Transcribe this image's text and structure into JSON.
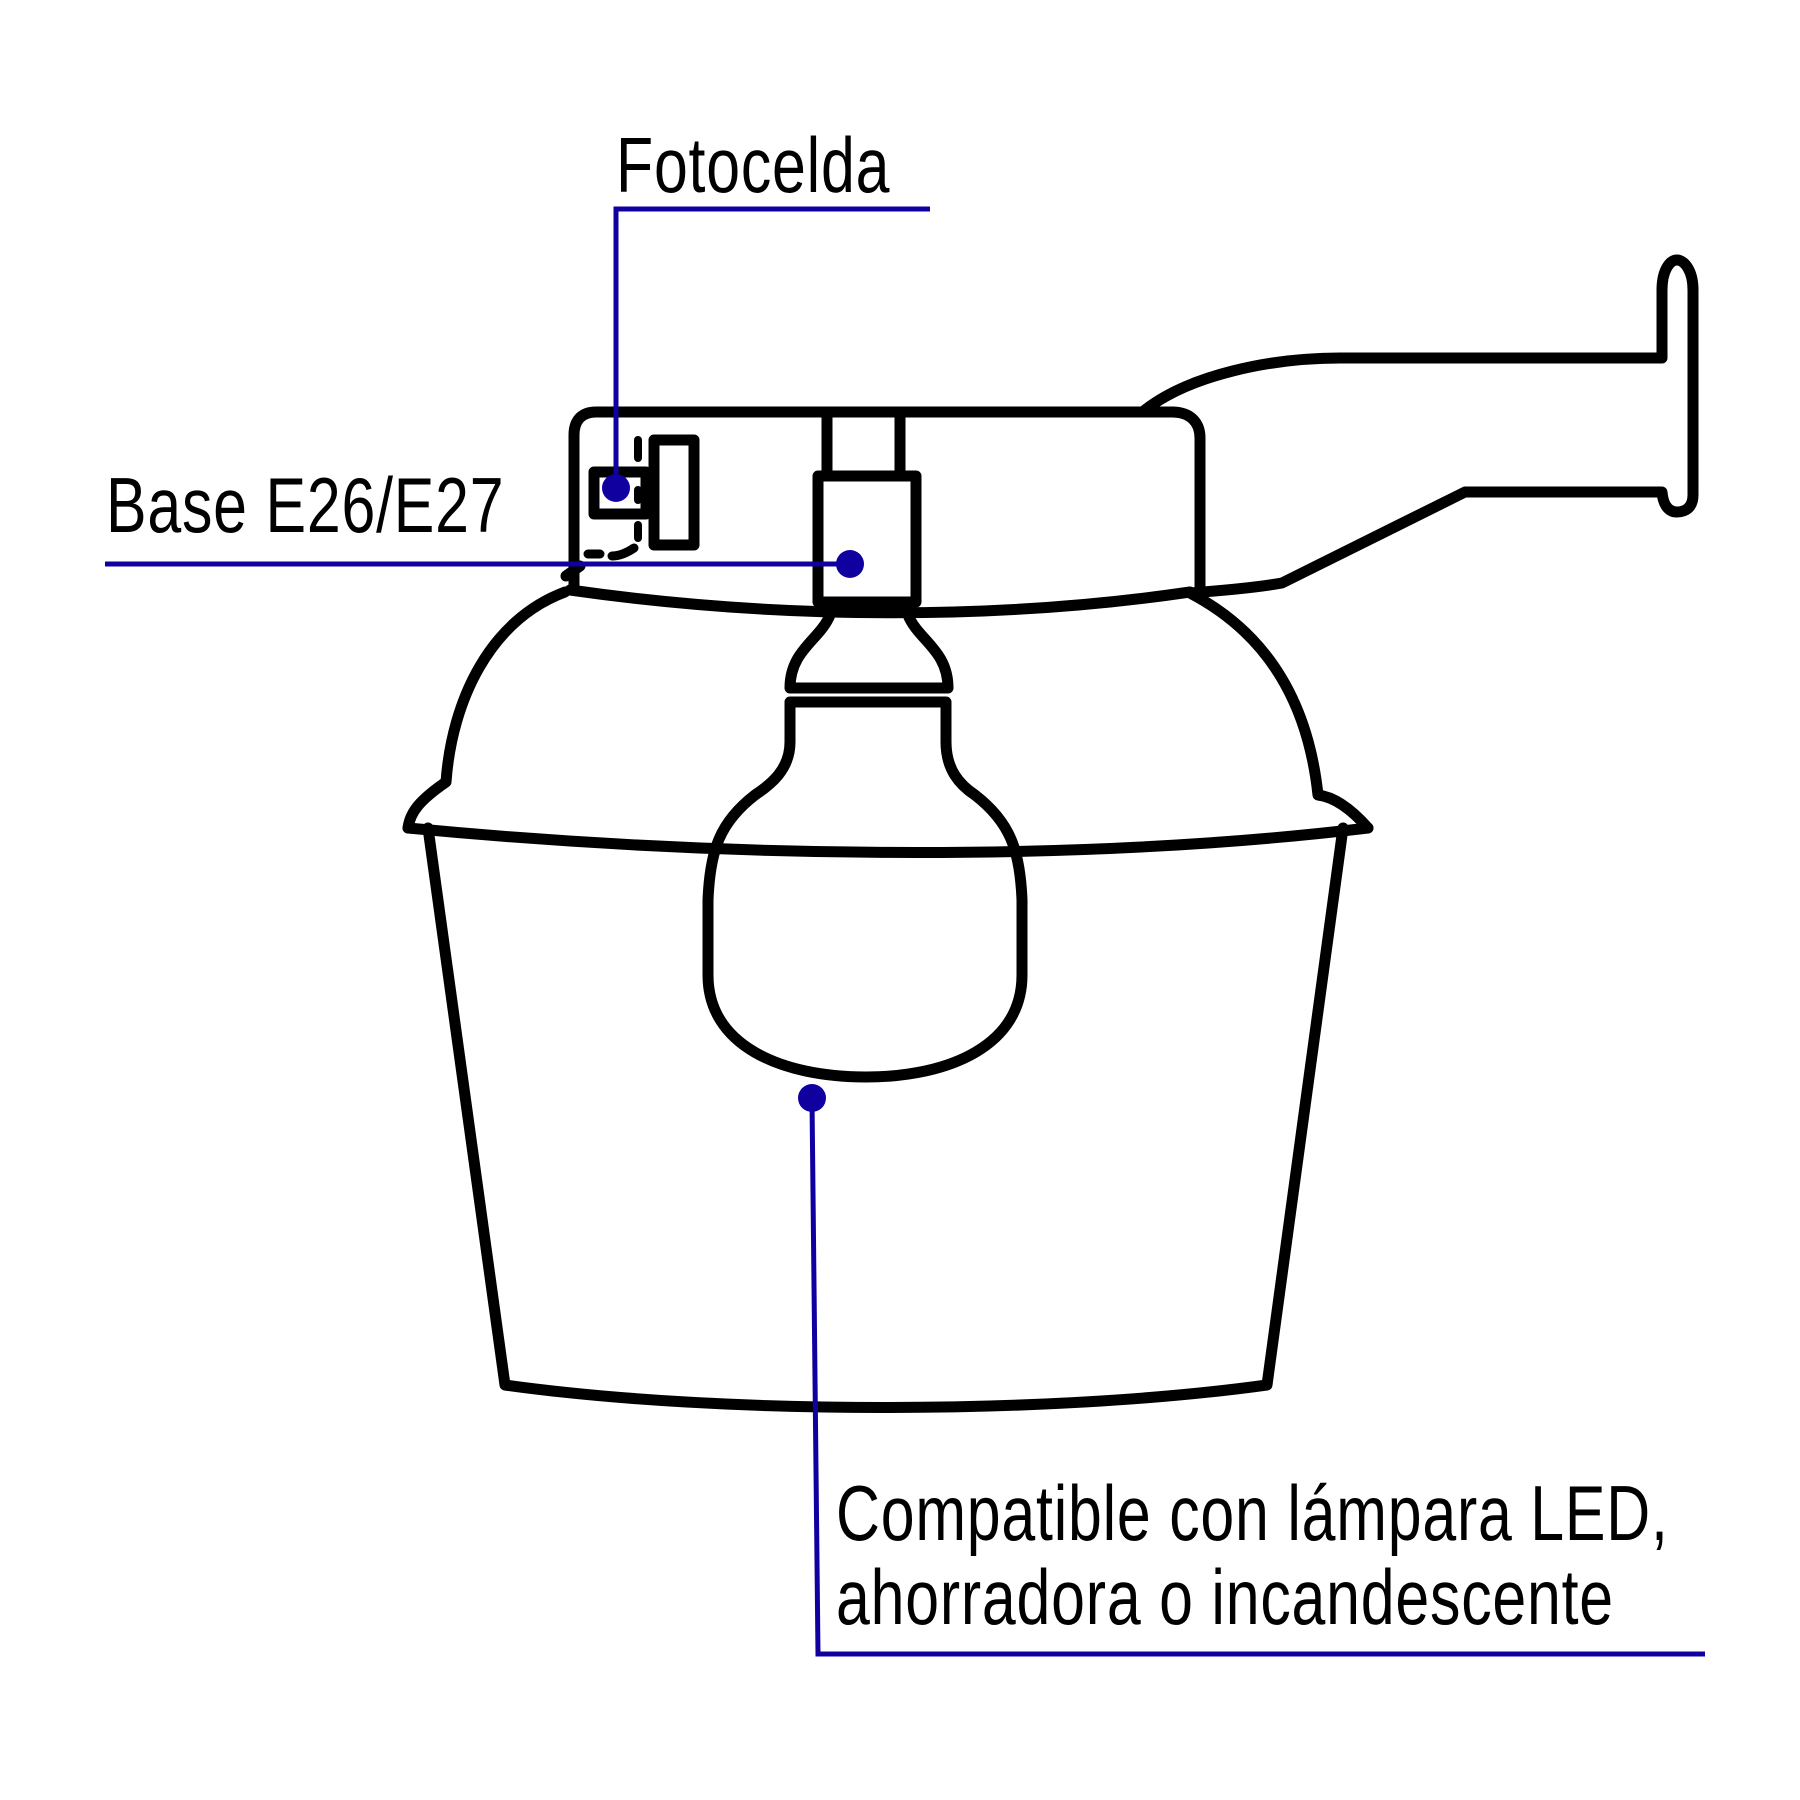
{
  "diagram": {
    "subject": "outdoor wall-mounted lamp with photocell",
    "callout_color": "#1100A0",
    "outline_color": "#000000",
    "background": "#FFFFFF"
  },
  "callouts": {
    "fotocelda": {
      "label": "Fotocelda"
    },
    "base": {
      "label": "Base E26/E27"
    },
    "compatible": {
      "line1": "Compatible con lámpara LED,",
      "line2": "ahorradora o incandescente"
    }
  }
}
